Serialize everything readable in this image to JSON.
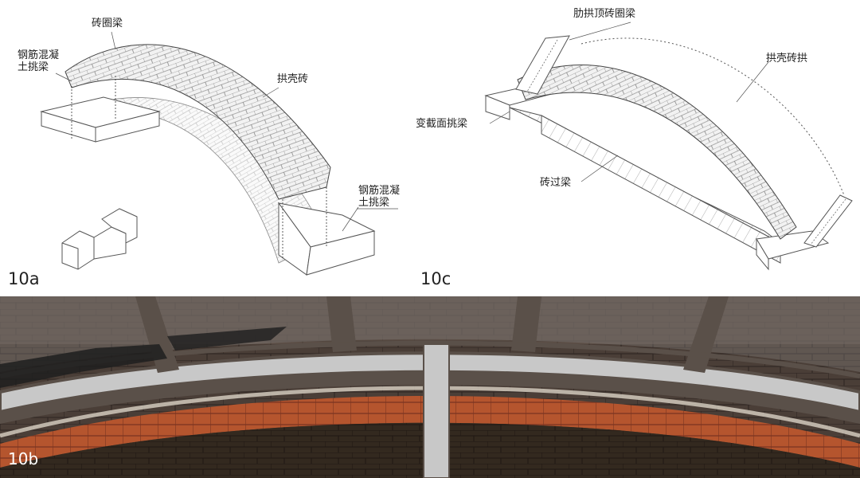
{
  "panel_a": {
    "id": "10a",
    "labels": {
      "brick_ring_beam": "砖圈梁",
      "rc_cantilever_left": "钢筋混凝土挑梁",
      "shell_brick": "拱壳砖",
      "rc_cantilever_right": "钢筋混凝土挑梁"
    }
  },
  "panel_c": {
    "id": "10c",
    "labels": {
      "rib_arch_ring_beam": "肋拱顶砖圈梁",
      "shell_brick_arch": "拱壳砖拱",
      "variable_section_cantilever": "变截面挑梁",
      "brick_lintel": "砖过梁"
    }
  },
  "panel_b": {
    "id": "10b"
  },
  "colors": {
    "line": "#555555",
    "frame": "#5a5049",
    "frame_light": "#c8c8c8",
    "brick_red": "#b5552e",
    "wall_dark": "#3a302a"
  }
}
